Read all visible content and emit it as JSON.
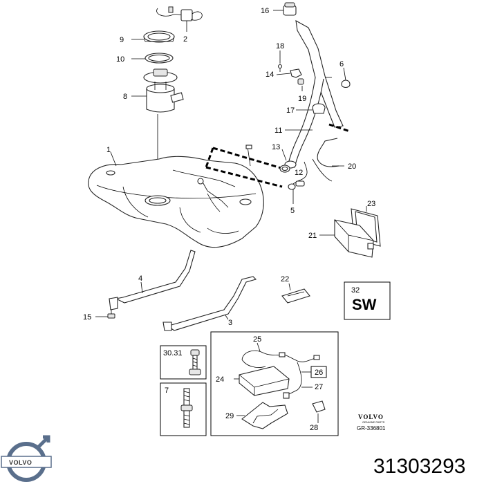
{
  "callouts": {
    "c1": "1",
    "c2": "2",
    "c3": "3",
    "c4": "4",
    "c5": "5",
    "c6": "6",
    "c8": "8",
    "c9": "9",
    "c10": "10",
    "c11": "11",
    "c12": "12",
    "c13": "13",
    "c14": "14",
    "c15": "15",
    "c16": "16",
    "c17": "17",
    "c18": "18",
    "c19": "19",
    "c20": "20",
    "c21": "21",
    "c22": "22",
    "c23": "23",
    "c24": "24",
    "c25": "25",
    "c26": "26",
    "c27": "27",
    "c28": "28",
    "c29": "29"
  },
  "boxes": {
    "box_32_label": "32",
    "box_32_text": "SW",
    "box_30_31_label": "30.31",
    "box_7_label": "7"
  },
  "brand": {
    "volvo_word": "VOLVO",
    "volvo_sub": "GENUINE PARTS",
    "diagram_code": "GR-336801",
    "logo_text": "VOLVO"
  },
  "part_number": "31303293",
  "colors": {
    "line": "#000000",
    "part_fill": "#ffffff",
    "shade": "#e6e6e6",
    "logo_blue": "#5a6f8c"
  }
}
